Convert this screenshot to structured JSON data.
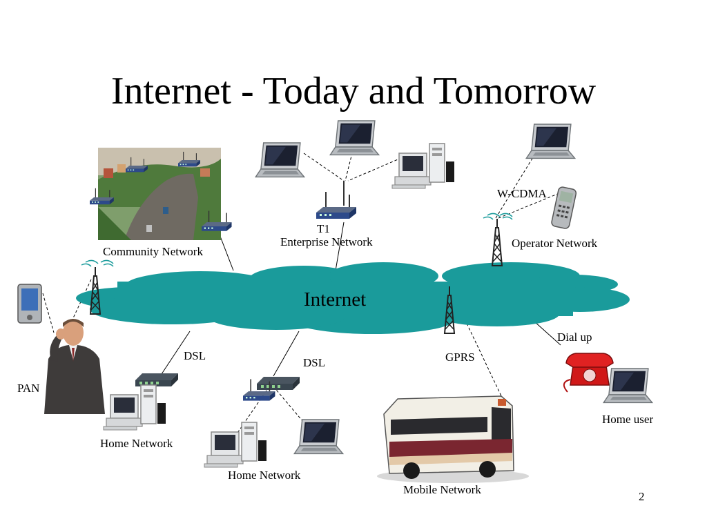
{
  "slide": {
    "title": "Internet - Today and Tomorrow",
    "page_number": "2"
  },
  "cloud": {
    "label": "Internet",
    "color": "#1a9b9b"
  },
  "labels": {
    "community_network": "Community Network",
    "t1": "T1",
    "enterprise_network": "Enterprise Network",
    "w_cdma": "W-CDMA",
    "operator_network": "Operator Network",
    "dsl_left": "DSL",
    "dsl_right": "DSL",
    "gprs": "GPRS",
    "dial_up": "Dial up",
    "pan": "PAN",
    "home_network_left": "Home Network",
    "home_network_center": "Home Network",
    "mobile_network": "Mobile Network",
    "home_user": "Home user"
  },
  "icons": [
    "laptop-icon",
    "desktop-computer-icon",
    "router-icon",
    "cell-tower-icon",
    "mobile-phone-icon",
    "pda-icon",
    "telephone-icon",
    "bus-icon",
    "businessman-icon",
    "neighborhood-photo"
  ]
}
